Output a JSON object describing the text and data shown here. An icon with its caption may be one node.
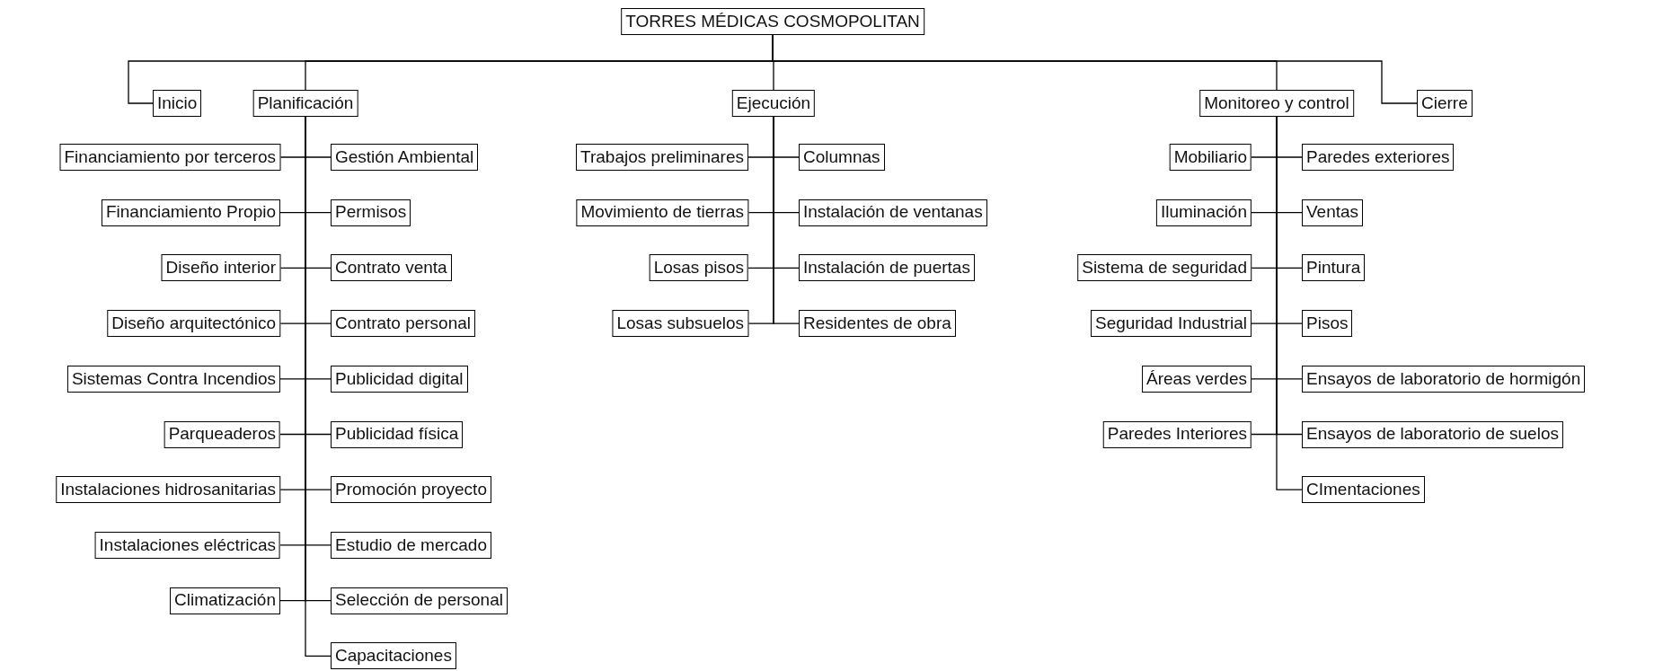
{
  "diagram": {
    "nodes": [
      {
        "text": [
          "TORRES MÉDICAS COSMOPOLITAN"
        ]
      },
      {
        "text": [
          "Inicio"
        ]
      },
      {
        "text": [
          "Planificación"
        ]
      },
      {
        "text": [
          "Ejecución"
        ]
      },
      {
        "text": [
          "Monitoreo y control"
        ]
      },
      {
        "text": [
          "Cierre"
        ]
      },
      {
        "text": [
          "Financiamiento por terceros"
        ]
      },
      {
        "text": [
          "Gestión Ambiental"
        ]
      },
      {
        "text": [
          "Financiamiento Propio"
        ]
      },
      {
        "text": [
          "Permisos"
        ]
      },
      {
        "text": [
          "Diseño interior"
        ]
      },
      {
        "text": [
          "Contrato venta"
        ]
      },
      {
        "text": [
          "Diseño arquitectónico"
        ]
      },
      {
        "text": [
          "Contrato personal"
        ]
      },
      {
        "text": [
          "Sistemas Contra Incendios"
        ]
      },
      {
        "text": [
          "Publicidad digital"
        ]
      },
      {
        "text": [
          "Parqueaderos"
        ]
      },
      {
        "text": [
          "Publicidad física"
        ]
      },
      {
        "text": [
          "Instalaciones hidrosanitarias"
        ]
      },
      {
        "text": [
          "Promoción proyecto"
        ]
      },
      {
        "text": [
          "Instalaciones eléctricas"
        ]
      },
      {
        "text": [
          "Estudio de mercado"
        ]
      },
      {
        "text": [
          "Climatización"
        ]
      },
      {
        "text": [
          "Selección de personal"
        ]
      },
      {
        "text": [
          "Capacitaciones"
        ]
      },
      {
        "text": [
          "Trabajos preliminares"
        ]
      },
      {
        "text": [
          "Columnas"
        ]
      },
      {
        "text": [
          "Movimiento de tierras"
        ]
      },
      {
        "text": [
          "Instalación de ventanas"
        ]
      },
      {
        "text": [
          "Losas pisos"
        ]
      },
      {
        "text": [
          "Instalación de puertas"
        ]
      },
      {
        "text": [
          "Losas subsuelos"
        ]
      },
      {
        "text": [
          "Residentes de obra"
        ]
      },
      {
        "text": [
          "Mobiliario"
        ]
      },
      {
        "text": [
          "Paredes exteriores"
        ]
      },
      {
        "text": [
          "Iluminación"
        ]
      },
      {
        "text": [
          "Ventas"
        ]
      },
      {
        "text": [
          "Sistema de seguridad"
        ]
      },
      {
        "text": [
          "Pintura"
        ]
      },
      {
        "text": [
          "Seguridad Industrial"
        ]
      },
      {
        "text": [
          "Pisos"
        ]
      },
      {
        "text": [
          "Áreas verdes"
        ]
      },
      {
        "text": [
          "Ensayos de laboratorio de hormigón"
        ]
      },
      {
        "text": [
          "Paredes Interiores"
        ]
      },
      {
        "text": [
          "Ensayos de laboratorio de suelos"
        ]
      },
      {
        "text": [
          "CImentaciones"
        ]
      }
    ],
    "edges": [
      {
        "from": 0,
        "to": 1,
        "arrow": "none"
      },
      {
        "from": 0,
        "to": 2,
        "arrow": "none"
      },
      {
        "from": 0,
        "to": 3,
        "arrow": "none"
      },
      {
        "from": 0,
        "to": 4,
        "arrow": "none"
      },
      {
        "from": 0,
        "to": 5,
        "arrow": "none"
      },
      {
        "from": 2,
        "to": 6,
        "arrow": "none"
      },
      {
        "from": 2,
        "to": 7,
        "arrow": "none"
      },
      {
        "from": 2,
        "to": 8,
        "arrow": "none"
      },
      {
        "from": 2,
        "to": 9,
        "arrow": "none"
      },
      {
        "from": 2,
        "to": 10,
        "arrow": "none"
      },
      {
        "from": 2,
        "to": 11,
        "arrow": "none"
      },
      {
        "from": 2,
        "to": 12,
        "arrow": "none"
      },
      {
        "from": 2,
        "to": 13,
        "arrow": "none"
      },
      {
        "from": 2,
        "to": 14,
        "arrow": "none"
      },
      {
        "from": 2,
        "to": 15,
        "arrow": "none"
      },
      {
        "from": 2,
        "to": 16,
        "arrow": "none"
      },
      {
        "from": 2,
        "to": 17,
        "arrow": "none"
      },
      {
        "from": 2,
        "to": 18,
        "arrow": "none"
      },
      {
        "from": 2,
        "to": 19,
        "arrow": "none"
      },
      {
        "from": 2,
        "to": 20,
        "arrow": "none"
      },
      {
        "from": 2,
        "to": 21,
        "arrow": "none"
      },
      {
        "from": 2,
        "to": 22,
        "arrow": "none"
      },
      {
        "from": 2,
        "to": 23,
        "arrow": "none"
      },
      {
        "from": 2,
        "to": 24,
        "arrow": "none"
      },
      {
        "from": 3,
        "to": 25,
        "arrow": "none"
      },
      {
        "from": 3,
        "to": 26,
        "arrow": "none"
      },
      {
        "from": 3,
        "to": 27,
        "arrow": "none"
      },
      {
        "from": 3,
        "to": 28,
        "arrow": "none"
      },
      {
        "from": 3,
        "to": 29,
        "arrow": "none"
      },
      {
        "from": 3,
        "to": 30,
        "arrow": "none"
      },
      {
        "from": 3,
        "to": 31,
        "arrow": "none"
      },
      {
        "from": 3,
        "to": 32,
        "arrow": "none"
      },
      {
        "from": 4,
        "to": 33,
        "arrow": "none"
      },
      {
        "from": 4,
        "to": 34,
        "arrow": "none"
      },
      {
        "from": 4,
        "to": 35,
        "arrow": "none"
      },
      {
        "from": 4,
        "to": 36,
        "arrow": "none"
      },
      {
        "from": 4,
        "to": 37,
        "arrow": "none"
      },
      {
        "from": 4,
        "to": 38,
        "arrow": "none"
      },
      {
        "from": 4,
        "to": 39,
        "arrow": "none"
      },
      {
        "from": 4,
        "to": 40,
        "arrow": "none"
      },
      {
        "from": 4,
        "to": 41,
        "arrow": "none"
      },
      {
        "from": 4,
        "to": 42,
        "arrow": "none"
      },
      {
        "from": 4,
        "to": 43,
        "arrow": "none"
      },
      {
        "from": 4,
        "to": 44,
        "arrow": "none"
      },
      {
        "from": 4,
        "to": 45,
        "arrow": "none"
      }
    ]
  }
}
